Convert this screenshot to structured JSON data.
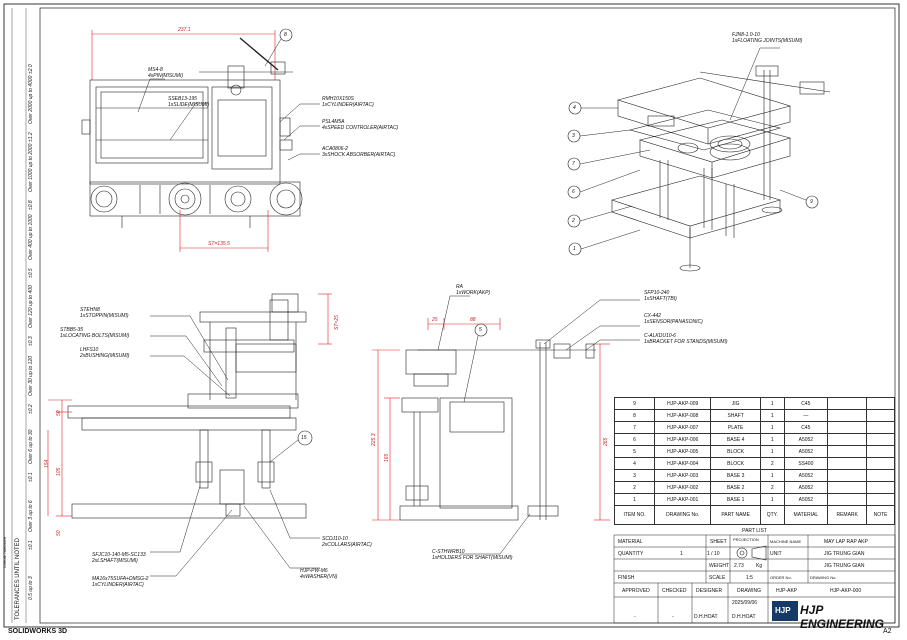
{
  "views": {
    "top_left": {
      "dim_width": "237.1",
      "dim_stroke": "ST=135.5",
      "balloon": "8",
      "callouts": [
        "MS4-8\n4xPIN(MISUMI)",
        "SSEB13-195\n1xSLIDE(MISUMI)",
        "RMH10X150S\n1xCYLINDER(AIRTAC)",
        "PSL4M5A\n4xSPEED CONTROLER(AIRTAC)",
        "ACA0806-2\n3xSHOCK ABSORBER(AIRTAC)"
      ]
    },
    "iso": {
      "callout": "FJN8-1.0-10\n1xFLOATING JOINTS(MISUMI)",
      "balloons": [
        "4",
        "3",
        "7",
        "6",
        "2",
        "1",
        "9"
      ]
    },
    "front": {
      "callouts": [
        "STEHN8\n1xSTOPPIN(MISUMI)",
        "STBB5-35\n1xLOCATING BOLTS(MISUMI)",
        "LHFS10\n2xBUSHING(MISUMI)",
        "SFJC10-140-M5-SC133\n2xLSHAFT(MISUMI)",
        "MA16x75SUFA+DMSG-2\n1xCYLINDER(AIRTAC)",
        "SCDJ10-10\n2xCOLLARS(AIRTAC)",
        "HJP-PW-M6\n4xWASHER(VN)"
      ],
      "dims": [
        "ST=25",
        "50",
        "154",
        "105",
        "50"
      ],
      "balloon": "15"
    },
    "side": {
      "callouts": [
        "RA\n1xWORK(AKP)",
        "SFP10-240\n1xSHAFT(TBI)",
        "CX-442\n1xSENSOR(PANASONIC)",
        "C-ALKDU10-6\n1xBRACKET FOR STANDS(MISUMI)",
        "C-STHWRB10\n1xHOLDERS FOR SHAFT(MISUMI)"
      ],
      "dims": [
        "25",
        "88",
        "225.3",
        "165",
        "265"
      ],
      "balloon": "5"
    }
  },
  "bom": {
    "rows": [
      [
        "9",
        "HJP-AKP-009",
        "JIG",
        "1",
        "C45",
        ""
      ],
      [
        "8",
        "HJP-AKP-008",
        "SHAFT",
        "1",
        "—",
        ""
      ],
      [
        "7",
        "HJP-AKP-007",
        "PLATE",
        "1",
        "C45",
        ""
      ],
      [
        "6",
        "HJP-AKP-006",
        "BASE 4",
        "1",
        "A5052",
        ""
      ],
      [
        "5",
        "HJP-AKP-005",
        "BLOCK",
        "1",
        "A5052",
        ""
      ],
      [
        "4",
        "HJP-AKP-004",
        "BLOCK",
        "2",
        "SS400",
        ""
      ],
      [
        "3",
        "HJP-AKP-003",
        "BASE 3",
        "1",
        "A5052",
        ""
      ],
      [
        "2",
        "HJP-AKP-002",
        "BASE 2",
        "2",
        "A5052",
        ""
      ],
      [
        "1",
        "HJP-AKP-001",
        "BASE 1",
        "1",
        "A5052",
        ""
      ]
    ],
    "header": [
      "ITEM NO.",
      "DRAWING No.",
      "PART NAME",
      "QTY.",
      "MATERIAL",
      "REMARK",
      "NOTE"
    ],
    "title": "PART LIST"
  },
  "title_block": {
    "material_label": "MATERIAL",
    "quantity_label": "QUANTITY",
    "quantity_value": "1",
    "sheet_label": "SHEET",
    "sheet_value": "1 / 10",
    "projection_label": "PROJECTION",
    "weight_label": "WEIGHT",
    "weight_value": "2.73",
    "weight_unit": "Kg",
    "finish_label": "FINISH",
    "scale_label": "SCALE",
    "scale_value": "1:5",
    "machine_name_label": "MACHINE NAME",
    "machine_name": "MAY LAP RAP AKP",
    "unit_label": "UNIT",
    "unit_value": "JIG TRUNG GIAN",
    "name_value": "JIG TRUNG GIAN",
    "order_no_label": "ORDER No.",
    "drawing_no_label": "DRAWING No.",
    "order_no": "HJP-AKP",
    "drawing_no": "HJP-AKP-000",
    "approved_label": "APPROVED",
    "checked_label": "CHECKED",
    "designer_label": "DESIGNER",
    "drawing_label": "DRAWING",
    "approved": "-",
    "checked": "-",
    "designer": "D.H.HOAT",
    "drawer": "D.H.HOAT",
    "date": "2025/09/06",
    "brand": "HJP ENGINEERING",
    "logo": "HJP",
    "size": "A2"
  },
  "tolerance": {
    "title": "TOLERANCES UNTIL NOTED",
    "std_label": "Overall Tolerance",
    "rows": [
      [
        "0.5 up to 3",
        "±0.1"
      ],
      [
        "Over 3 up to 6",
        "±0.1"
      ],
      [
        "Over 6 up to 30",
        "±0.2"
      ],
      [
        "Over 30 up to 120",
        "±0.3"
      ],
      [
        "Over 120 up to 400",
        "±0.5"
      ],
      [
        "Over 400 up to 1000",
        "±0.8"
      ],
      [
        "Over 1000 up to 2000",
        "±1.2"
      ],
      [
        "Over 2000 up to 4000",
        "±2.0"
      ]
    ]
  },
  "footer": "SOLIDWORKS 3D"
}
